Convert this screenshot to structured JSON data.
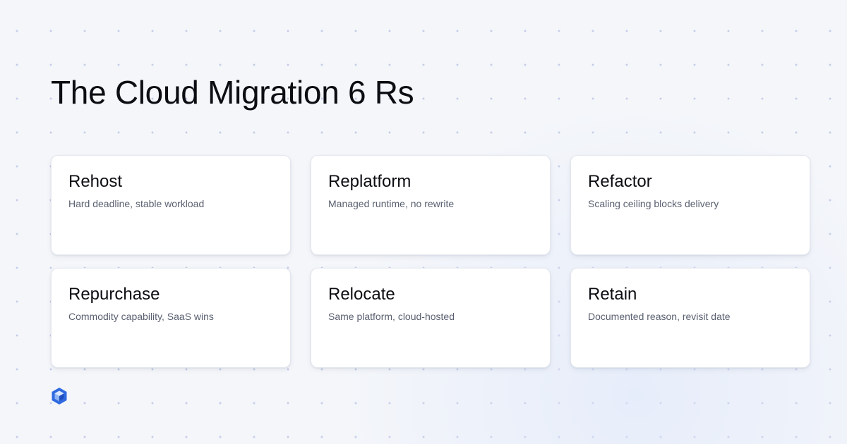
{
  "title": "The Cloud Migration 6 Rs",
  "cards": [
    {
      "name": "Rehost",
      "desc": "Hard deadline, stable workload"
    },
    {
      "name": "Replatform",
      "desc": "Managed runtime, no rewrite"
    },
    {
      "name": "Refactor",
      "desc": "Scaling ceiling blocks delivery"
    },
    {
      "name": "Repurchase",
      "desc": "Commodity capability, SaaS wins"
    },
    {
      "name": "Relocate",
      "desc": "Same platform, cloud-hosted"
    },
    {
      "name": "Retain",
      "desc": "Documented reason, revisit date"
    }
  ],
  "logo": {
    "icon": "hexagon-brand-logo-icon",
    "color": "#2f6ae0"
  },
  "colors": {
    "background": "#f4f6fa",
    "dots": "#c6cde8",
    "card": "#ffffff",
    "title": "#0b0d12",
    "description": "#5a6070"
  }
}
